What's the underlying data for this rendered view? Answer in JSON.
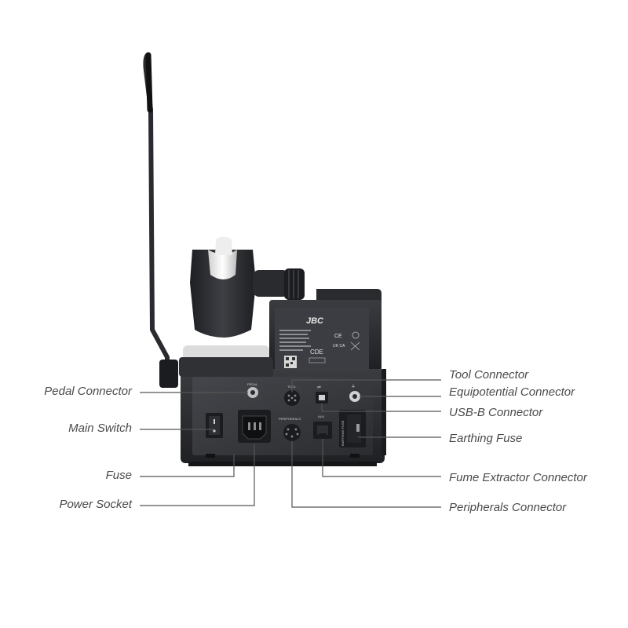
{
  "labels": {
    "pedal_connector": "Pedal Connector",
    "main_switch": "Main Switch",
    "fuse": "Fuse",
    "power_socket": "Power Socket",
    "tool_connector": "Tool Connector",
    "equipotential_connector": "Equipotential Connector",
    "usb_b_connector": "USB-B Connector",
    "earthing_fuse": "Earthing Fuse",
    "fume_extractor_connector": "Fume Extractor Connector",
    "peripherals_connector": "Peripherals Connector"
  },
  "device": {
    "brand": "JBC",
    "model_label": "CDE",
    "panel_labels": {
      "pedal": "PEDAL",
      "tool": "TOOL",
      "aux": "AUX",
      "peripherals": "PERIPHERALS",
      "earthing_fuse": "EARTHING FUSE"
    },
    "certifications": [
      "CE",
      "UK CA"
    ]
  },
  "colors": {
    "label_text": "#4a4a4a",
    "leader_line": "#555555",
    "body_dark": "#2c2d30",
    "panel": "#3a3b3f",
    "label_plate": "#f2f2f2"
  }
}
